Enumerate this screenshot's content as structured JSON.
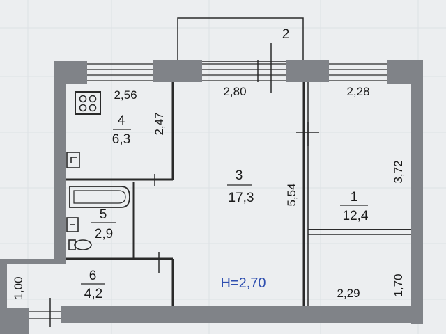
{
  "balcony": {
    "number": "2"
  },
  "rooms": [
    {
      "id": "room-1",
      "number": "1",
      "area": "12,4"
    },
    {
      "id": "room-3",
      "number": "3",
      "area": "17,3"
    },
    {
      "id": "room-4",
      "number": "4",
      "area": "6,3"
    },
    {
      "id": "room-5",
      "number": "5",
      "area": "2,9"
    },
    {
      "id": "room-6",
      "number": "6",
      "area": "4,2"
    }
  ],
  "dimensions": {
    "kitchen_width": "2,56",
    "kitchen_depth": "2,47",
    "room3_width": "2,80",
    "room3_depth": "5,54",
    "room1_width": "2,28",
    "room1_depth": "3,72",
    "closet_width": "2,29",
    "closet_depth": "1,70",
    "hall_depth": "1,00"
  },
  "ceiling_height": "H=2,70",
  "colors": {
    "wall": "#808388",
    "paper": "#eceef0",
    "line": "#2a2a2a",
    "height_label": "#2f4fb0"
  },
  "icons": {
    "stove": "stove-icon",
    "sink": "sink-icon",
    "toilet": "toilet-icon",
    "bathtub": "bathtub-icon"
  }
}
